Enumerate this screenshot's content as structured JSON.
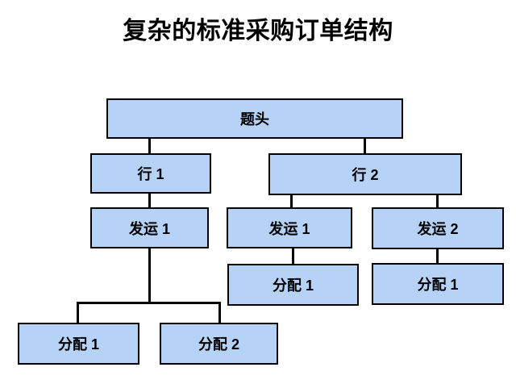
{
  "title": "复杂的标准采购订单结构",
  "colors": {
    "box_fill": "#b6d3f7",
    "box_border": "#000000",
    "connector": "#000000",
    "background": "#ffffff",
    "text": "#000000"
  },
  "diagram": {
    "nodes": {
      "header": {
        "label": "题头"
      },
      "line1": {
        "label": "行 1"
      },
      "line2": {
        "label": "行 2"
      },
      "shipment1_left": {
        "label": "发运 1"
      },
      "shipment1_right": {
        "label": "发运 1"
      },
      "shipment2": {
        "label": "发运 2"
      },
      "allocation1_left": {
        "label": "分配 1"
      },
      "allocation2_left": {
        "label": "分配 2"
      },
      "allocation1_mid": {
        "label": "分配 1"
      },
      "allocation1_right": {
        "label": "分配 1"
      }
    },
    "edges": [
      {
        "from": "header",
        "to": "line1"
      },
      {
        "from": "header",
        "to": "line2"
      },
      {
        "from": "line1",
        "to": "shipment1_left"
      },
      {
        "from": "shipment1_left",
        "to": "allocation1_left"
      },
      {
        "from": "shipment1_left",
        "to": "allocation2_left"
      },
      {
        "from": "line2",
        "to": "shipment1_right"
      },
      {
        "from": "line2",
        "to": "shipment2"
      },
      {
        "from": "shipment1_right",
        "to": "allocation1_mid"
      },
      {
        "from": "shipment2",
        "to": "allocation1_right"
      }
    ]
  }
}
